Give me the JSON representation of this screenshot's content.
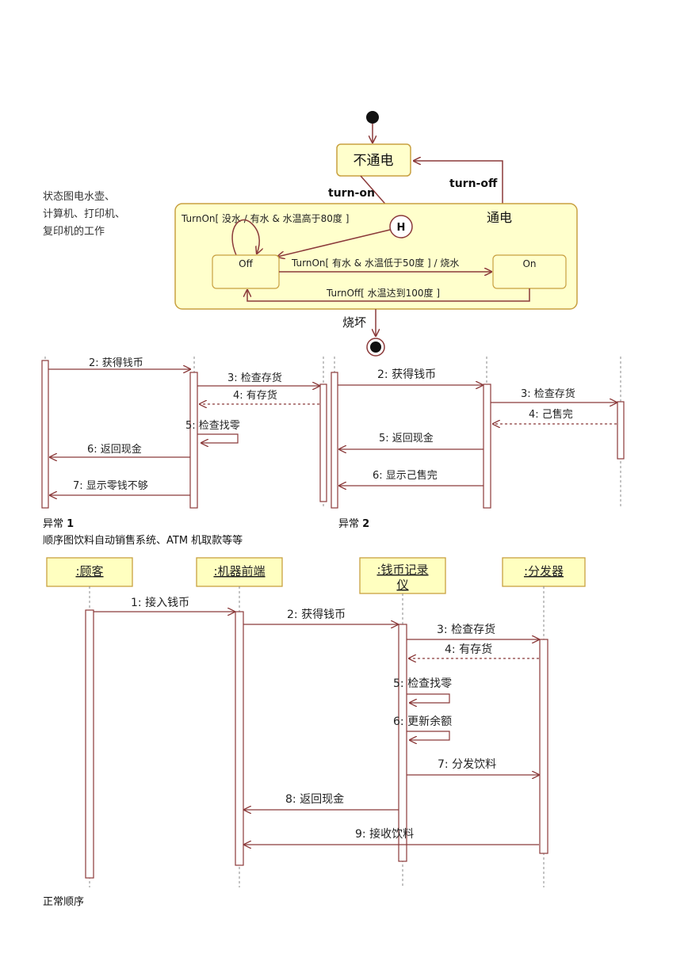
{
  "state_diagram": {
    "note_lines": [
      "状态图电水壶、",
      "计算机、打印机、",
      "复印机的工作"
    ],
    "state_off_power": "不通电",
    "composite_label": "通电",
    "history_label": "H",
    "state_off": "Off",
    "state_on": "On",
    "t_turn_on": "turn-on",
    "t_turn_off": "turn-off",
    "t_self_loop": "TurnOn[ 没水 / 有水 & 水温高于80度  ]",
    "t_off_to_on": "TurnOn[ 有水 & 水温低于50度  ] / 烧水",
    "t_on_to_off": "TurnOff[ 水温达到100度  ]",
    "t_burn": "烧坏"
  },
  "exception1": {
    "messages": [
      "2: 获得钱币",
      "3: 检查存货",
      "4: 有存货",
      "5: 检查找零",
      "6: 返回现金",
      "7: 显示零钱不够"
    ],
    "caption_text": "异常",
    "caption_num": "1"
  },
  "exception2": {
    "messages": [
      "2: 获得钱币",
      "3: 检查存货",
      "4: 己售完",
      "5: 返回现金",
      "6: 显示己售完"
    ],
    "caption_text": "异常",
    "caption_num": "2"
  },
  "sequence_note": "顺序图饮料自动销售系统、ATM 机取款等等",
  "normal_sequence": {
    "objects": [
      ":顾客",
      ":机器前端",
      ":钱币记录",
      ":分发器"
    ],
    "object_line2": "仪",
    "messages": [
      "1: 接入钱币",
      "2: 获得钱币",
      "3: 检查存货",
      "4: 有存货",
      "5: 检查找零",
      "6: 更新余额",
      "7: 分发饮料",
      "8: 返回现金",
      "9: 接收饮料"
    ],
    "caption": "正常顺序"
  },
  "colors": {
    "arrow": "#8b3a3a",
    "state_fill": "#ffffcc",
    "state_stroke": "#c8a040",
    "lifeline_box_fill": "#ffffc0"
  }
}
